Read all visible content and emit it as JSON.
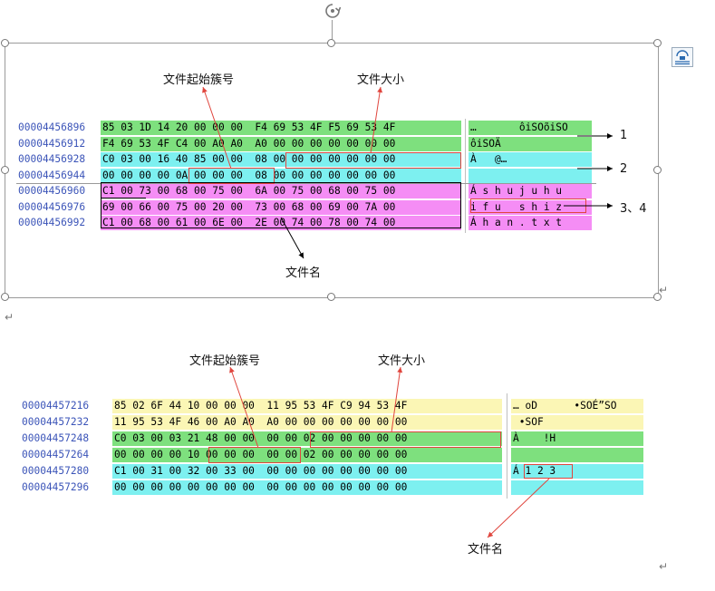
{
  "top": {
    "rows": [
      {
        "addr": "00004456896",
        "hex": "85 03 1D 14 20 00 00 00  F4 69 53 4F F5 69 53 4F",
        "ascii": "…       ôiSOõiSO",
        "hex_bg": "#7ee07e",
        "ascii_bg": "#7ee07e"
      },
      {
        "addr": "00004456912",
        "hex": "F4 69 53 4F C4 00 A0 A0  A0 00 00 00 00 00 00 00",
        "ascii": "ôiSOÄ",
        "hex_bg": "#7ee07e",
        "ascii_bg": "#7ee07e"
      },
      {
        "addr": "00004456928",
        "hex": "C0 03 00 16 40 85 00 00  08 00 00 00 00 00 00 00",
        "ascii": "À   @…",
        "hex_bg": "#7df0f0",
        "ascii_bg": "#7df0f0"
      },
      {
        "addr": "00004456944",
        "hex": "00 00 00 00 0A 00 00 00  08 00 00 00 00 00 00 00",
        "ascii": "",
        "hex_bg": "#7df0f0",
        "ascii_bg": "#7df0f0"
      },
      {
        "addr": "00004456960",
        "hex": "C1 00 73 00 68 00 75 00  6A 00 75 00 68 00 75 00",
        "ascii": "Á s h u j u h u",
        "hex_bg": "#f58df5",
        "ascii_bg": "#f58df5"
      },
      {
        "addr": "00004456976",
        "hex": "69 00 66 00 75 00 20 00  73 00 68 00 69 00 7A 00",
        "ascii": "i f u   s h i z",
        "hex_bg": "#f58df5",
        "ascii_bg": "#f58df5"
      },
      {
        "addr": "00004456992",
        "hex": "C1 00 68 00 61 00 6E 00  2E 00 74 00 78 00 74 00",
        "ascii": "Á h a n . t x t",
        "hex_bg": "#f58df5",
        "ascii_bg": "#f58df5"
      }
    ],
    "labels": {
      "start_cluster": "文件起始簇号",
      "file_size": "文件大小",
      "file_name": "文件名",
      "n1": "1",
      "n2": "2",
      "n34": "3、4"
    }
  },
  "bottom": {
    "rows": [
      {
        "addr": "00004457216",
        "hex": "85 02 6F 44 10 00 00 00  11 95 53 4F C9 94 53 4F",
        "ascii": "… oD      •SOÉ”SO",
        "hex_bg": "#fbf6b5",
        "ascii_bg": "#fbf6b5"
      },
      {
        "addr": "00004457232",
        "hex": "11 95 53 4F 46 00 A0 A0  A0 00 00 00 00 00 00 00",
        "ascii": " •SOF",
        "hex_bg": "#fbf6b5",
        "ascii_bg": "#fbf6b5"
      },
      {
        "addr": "00004457248",
        "hex": "C0 03 00 03 21 48 00 00  00 00 02 00 00 00 00 00",
        "ascii": "À    !H",
        "hex_bg": "#7ee07e",
        "ascii_bg": "#7ee07e"
      },
      {
        "addr": "00004457264",
        "hex": "00 00 00 00 10 00 00 00  00 00 02 00 00 00 00 00",
        "ascii": "",
        "hex_bg": "#7ee07e",
        "ascii_bg": "#7ee07e"
      },
      {
        "addr": "00004457280",
        "hex": "C1 00 31 00 32 00 33 00  00 00 00 00 00 00 00 00",
        "ascii": "Á 1 2 3",
        "hex_bg": "#7df0f0",
        "ascii_bg": "#7df0f0"
      },
      {
        "addr": "00004457296",
        "hex": "00 00 00 00 00 00 00 00  00 00 00 00 00 00 00 00",
        "ascii": "",
        "hex_bg": "#7df0f0",
        "ascii_bg": "#7df0f0"
      }
    ],
    "labels": {
      "start_cluster": "文件起始簇号",
      "file_size": "文件大小",
      "file_name": "文件名"
    }
  },
  "colors": {
    "annotation_red": "#e0463e",
    "address_blue": "#3b54b8"
  },
  "icons": {
    "rotate_handle": "rotate-icon",
    "layout_options": "layout-options-icon",
    "paragraph_mark": "return-mark-icon"
  }
}
